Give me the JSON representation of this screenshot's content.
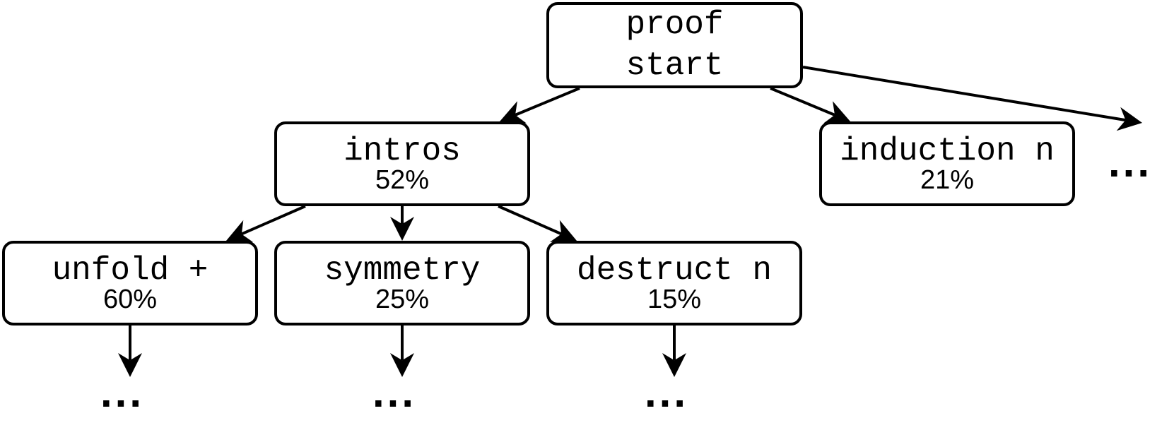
{
  "nodes": {
    "proof_start": {
      "line1": "proof",
      "line2": "start"
    },
    "intros": {
      "tactic": "intros",
      "percent": "52%"
    },
    "induction": {
      "tactic": "induction n",
      "percent": "21%"
    },
    "unfold": {
      "tactic": "unfold +",
      "percent": "60%"
    },
    "symmetry": {
      "tactic": "symmetry",
      "percent": "25%"
    },
    "destruct": {
      "tactic": "destruct n",
      "percent": "15%"
    }
  },
  "ellipsis": "...",
  "edges": [
    [
      "proof_start",
      "intros"
    ],
    [
      "proof_start",
      "induction"
    ],
    [
      "proof_start",
      "more"
    ],
    [
      "intros",
      "unfold"
    ],
    [
      "intros",
      "symmetry"
    ],
    [
      "intros",
      "destruct"
    ],
    [
      "unfold",
      "more"
    ],
    [
      "symmetry",
      "more"
    ],
    [
      "destruct",
      "more"
    ]
  ]
}
